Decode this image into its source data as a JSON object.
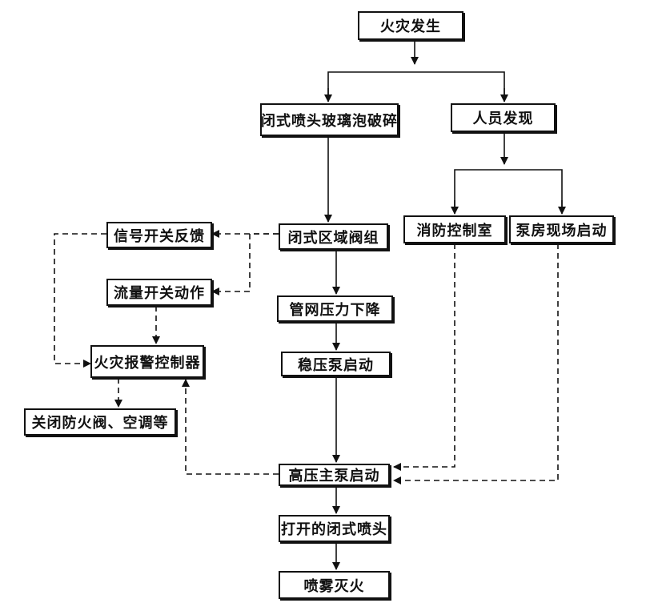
{
  "nodes": {
    "fire_occurs": "火灾发生",
    "glass_bulb_break": "闭式喷头玻璃泡破碎",
    "personnel_discover": "人员发现",
    "fire_control_room": "消防控制室",
    "pump_room_start": "泵房现场启动",
    "zone_valve_group": "闭式区域阀组",
    "signal_switch_feedback": "信号开关反馈",
    "flow_switch_action": "流量开关动作",
    "pipe_pressure_drop": "管网压力下降",
    "fire_alarm_controller": "火灾报警控制器",
    "jockey_pump_start": "稳压泵启动",
    "close_dampers_ac": "关闭防火阀、空调等",
    "main_pump_start": "高压主泵启动",
    "open_sprinkler": "打开的闭式喷头",
    "spray_extinguish": "喷雾灭火"
  }
}
